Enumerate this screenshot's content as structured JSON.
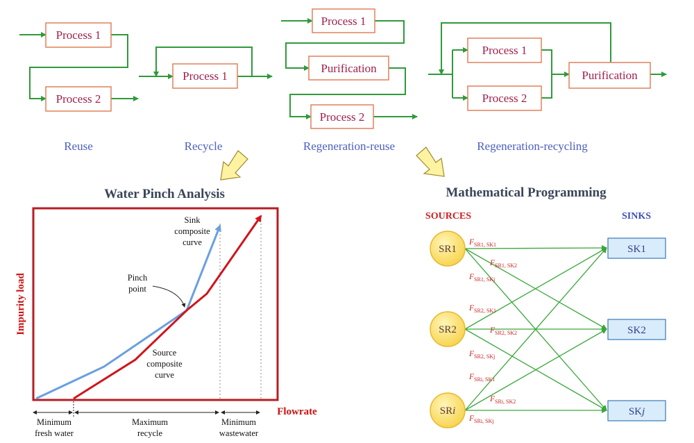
{
  "panels": {
    "reuse": {
      "caption": "Reuse",
      "process1": "Process 1",
      "process2": "Process 2"
    },
    "recycle": {
      "caption": "Recycle",
      "process1": "Process 1"
    },
    "regeneration_reuse": {
      "caption": "Regeneration-reuse",
      "process1": "Process 1",
      "purification": "Purification",
      "process2": "Process 2"
    },
    "regeneration_recycling": {
      "caption": "Regeneration-recycling",
      "process1": "Process 1",
      "process2": "Process 2",
      "purification": "Purification"
    }
  },
  "water_pinch": {
    "title": "Water Pinch Analysis",
    "y_axis_label": "Impurity load",
    "x_axis_label": "Flowrate",
    "sink_curve_label": [
      "Sink",
      "composite",
      "curve"
    ],
    "source_curve_label": [
      "Source",
      "composite",
      "curve"
    ],
    "pinch_label": [
      "Pinch",
      "point"
    ],
    "bottom_labels": {
      "min_fresh": [
        "Minimum",
        "fresh water"
      ],
      "max_recycle": [
        "Maximum",
        "recycle"
      ],
      "min_waste": [
        "Minimum",
        "wastewater"
      ]
    },
    "colors": {
      "sink": "#6a9fe0",
      "source": "#d0141c",
      "frame": "#b81c22"
    }
  },
  "math_programming": {
    "title": "Mathematical Programming",
    "sources_label": "SOURCES",
    "sinks_label": "SINKS",
    "sources": [
      "SR1",
      "SR2",
      "SR"
    ],
    "source_suffix": "i",
    "sinks": [
      "SK1",
      "SK2",
      "SK"
    ],
    "sink_suffix": "j",
    "flow_symbol": "F",
    "flows": [
      [
        "SR1, SK1",
        "SR1, SK2",
        "SR1, SKj"
      ],
      [
        "SR2, SK1",
        "SR2, SK2",
        "SR2, SKj"
      ],
      [
        "SRi, SK1",
        "SRi, SK2",
        "SRi, SKj"
      ]
    ],
    "colors": {
      "arrows": "#3aa63a",
      "source_fill": "#fde47a",
      "sink_fill": "#d9ecfb"
    }
  },
  "colors": {
    "flow_line": "#2f9a3a",
    "box_border": "#e0805a",
    "arrow_fill": "#fdf3a0"
  }
}
